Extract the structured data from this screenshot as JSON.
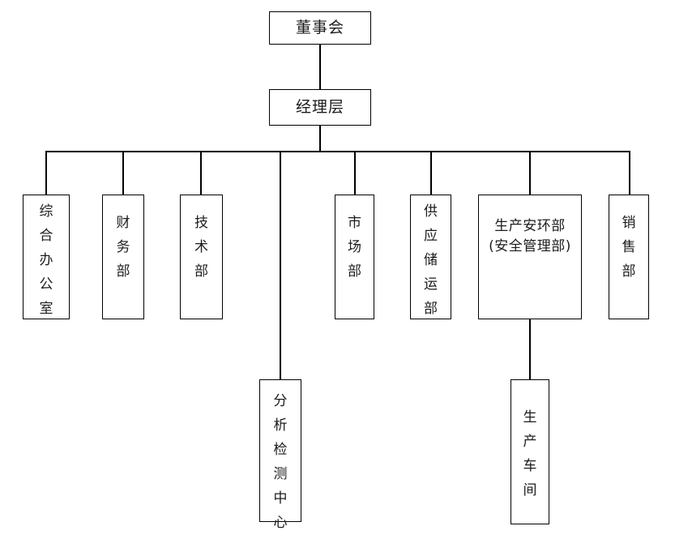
{
  "title": "组织机构图",
  "style": {
    "line_color": "#000000",
    "box_border_color": "#000000",
    "box_fill": "#ffffff",
    "text_color": "#1c1c1c",
    "background": "#ffffff"
  },
  "chart_data": {
    "type": "diagram",
    "diagram_type": "organizational-chart",
    "orientation": "top-down",
    "levels": 4,
    "nodes": [
      {
        "id": "board",
        "label": "董事会",
        "level": 1,
        "text_layout": "horizontal"
      },
      {
        "id": "management",
        "label": "经理层",
        "level": 2,
        "text_layout": "horizontal"
      },
      {
        "id": "office",
        "label": "综合办公室",
        "level": 3,
        "text_layout": "vertical"
      },
      {
        "id": "finance",
        "label": "财务部",
        "level": 3,
        "text_layout": "vertical"
      },
      {
        "id": "technology",
        "label": "技术部",
        "level": 3,
        "text_layout": "vertical"
      },
      {
        "id": "market",
        "label": "市场部",
        "level": 3,
        "text_layout": "vertical"
      },
      {
        "id": "supply",
        "label": "供应储运部",
        "level": 3,
        "text_layout": "vertical"
      },
      {
        "id": "safety",
        "label": "生产安环部",
        "label_line2": "(安全管理部)",
        "level": 3,
        "text_layout": "horizontal"
      },
      {
        "id": "sales",
        "label": "销售部",
        "level": 3,
        "text_layout": "vertical"
      },
      {
        "id": "lab",
        "label": "分析检测中心",
        "level": 4,
        "text_layout": "vertical"
      },
      {
        "id": "workshop",
        "label": "生产车间",
        "level": 4,
        "text_layout": "vertical"
      }
    ],
    "edges": [
      {
        "from": "board",
        "to": "management"
      },
      {
        "from": "management",
        "to": "office"
      },
      {
        "from": "management",
        "to": "finance"
      },
      {
        "from": "management",
        "to": "technology"
      },
      {
        "from": "management",
        "to": "lab"
      },
      {
        "from": "management",
        "to": "market"
      },
      {
        "from": "management",
        "to": "supply"
      },
      {
        "from": "management",
        "to": "safety"
      },
      {
        "from": "management",
        "to": "sales"
      },
      {
        "from": "safety",
        "to": "workshop"
      }
    ]
  },
  "nodes": {
    "board": {
      "label": "董事会"
    },
    "management": {
      "label": "经理层"
    },
    "office": {
      "chars": [
        "综",
        "合",
        "办",
        "公",
        "室"
      ]
    },
    "finance": {
      "chars": [
        "财",
        "务",
        "部"
      ]
    },
    "technology": {
      "chars": [
        "技",
        "术",
        "部"
      ]
    },
    "market": {
      "chars": [
        "市",
        "场",
        "部"
      ]
    },
    "supply": {
      "chars": [
        "供",
        "应",
        "储",
        "运",
        "部"
      ]
    },
    "safety": {
      "line1": "生产安环部",
      "line2": "(安全管理部)"
    },
    "sales": {
      "chars": [
        "销",
        "售",
        "部"
      ]
    },
    "lab": {
      "chars": [
        "分",
        "析",
        "检",
        "测",
        "中",
        "心"
      ]
    },
    "workshop": {
      "chars": [
        "生",
        "产",
        "车",
        "间"
      ]
    }
  }
}
